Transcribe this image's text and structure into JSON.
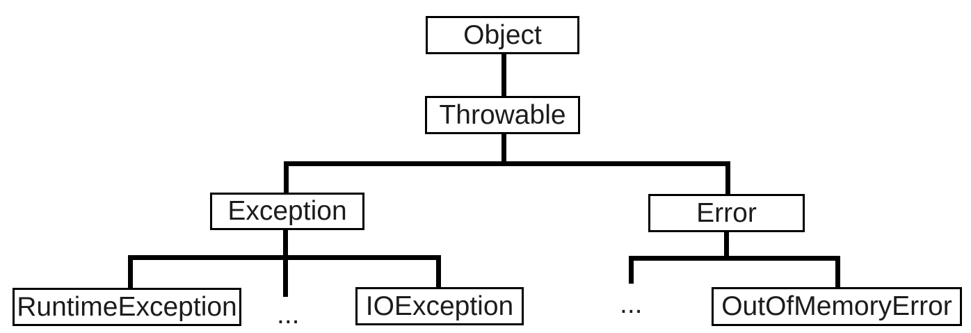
{
  "colors": {
    "line": "#000000",
    "box_border": "#000000",
    "text": "#1c1c1c",
    "background": "#ffffff"
  },
  "diagram": {
    "type": "class-hierarchy-tree",
    "nodes": [
      {
        "id": "object",
        "label": "Object"
      },
      {
        "id": "throwable",
        "label": "Throwable"
      },
      {
        "id": "exception",
        "label": "Exception"
      },
      {
        "id": "error",
        "label": "Error"
      },
      {
        "id": "runtime-exception",
        "label": "RuntimeException"
      },
      {
        "id": "exception-ellipsis",
        "label": "..."
      },
      {
        "id": "io-exception",
        "label": "IOException"
      },
      {
        "id": "error-ellipsis",
        "label": "..."
      },
      {
        "id": "out-of-memory-error",
        "label": "OutOfMemoryError"
      }
    ],
    "edges": [
      {
        "from": "object",
        "to": "throwable"
      },
      {
        "from": "throwable",
        "to": "exception"
      },
      {
        "from": "throwable",
        "to": "error"
      },
      {
        "from": "exception",
        "to": "runtime-exception"
      },
      {
        "from": "exception",
        "to": "exception-ellipsis"
      },
      {
        "from": "exception",
        "to": "io-exception"
      },
      {
        "from": "error",
        "to": "error-ellipsis"
      },
      {
        "from": "error",
        "to": "out-of-memory-error"
      }
    ]
  }
}
